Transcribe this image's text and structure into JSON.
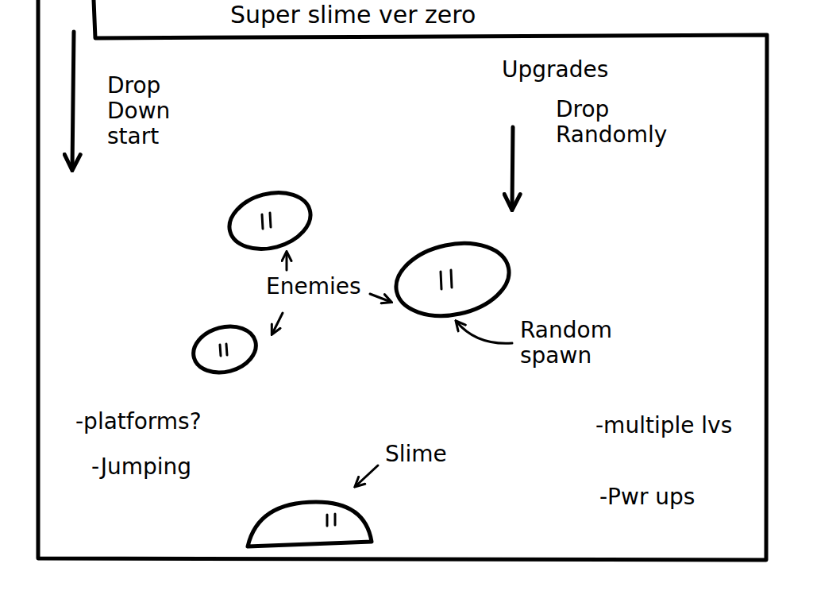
{
  "diagram": {
    "title": "Super slime ver zero",
    "labels": [
      "Drop Down start",
      "Upgrades",
      "Drop Randomly",
      "Enemies",
      "Random spawn",
      "-platforms?",
      "-Jumping",
      "Slime",
      "-multiple lvs",
      "-Pwr ups"
    ]
  }
}
